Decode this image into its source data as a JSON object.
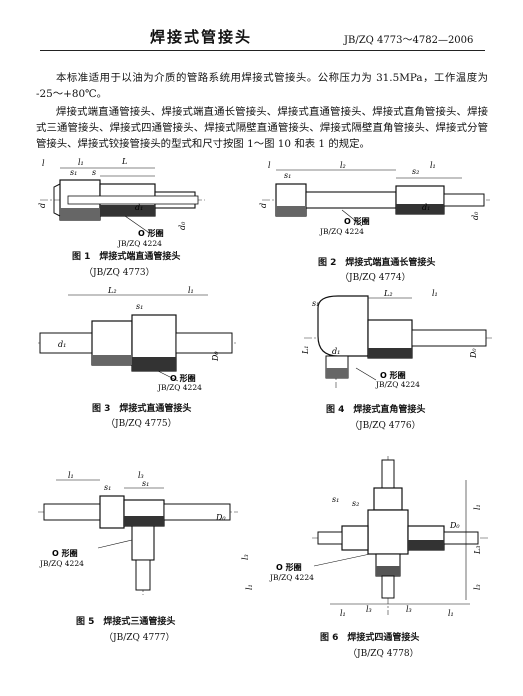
{
  "header": {
    "title": "焊接式管接头",
    "standard": "JB/ZQ 4773～4782—2006"
  },
  "body": {
    "paragraph1": "本标准适用于以油为介质的管路系统用焊接式管接头。公称压力为 31.5MPa，工作温度为 -25～+80℃。",
    "paragraph2": "焊接式端直通管接头、焊接式端直通长管接头、焊接式直通管接头、焊接式直角管接头、焊接式三通管接头、焊接式四通管接头、焊接式隔壁直通管接头、焊接式隔壁直角管接头、焊接式分管管接头、焊接式铰接管接头的型式和尺寸按图 1～图 10 和表 1 的规定。"
  },
  "figures": [
    {
      "caption": "图 1　焊接式端直通管接头",
      "std": "（JB/ZQ 4773）",
      "o_ring": "O 形圈",
      "o_std": "JB/ZQ 4224"
    },
    {
      "caption": "图 2　焊接式端直通长管接头",
      "std": "（JB/ZQ 4774）",
      "o_ring": "O 形圈",
      "o_std": "JB/ZQ 4224"
    },
    {
      "caption": "图 3　焊接式直通管接头",
      "std": "（JB/ZQ 4775）",
      "o_ring": "O 形圈",
      "o_std": "JB/ZQ 4224"
    },
    {
      "caption": "图 4　焊接式直角管接头",
      "std": "（JB/ZQ 4776）",
      "o_ring": "O 形圈",
      "o_std": "JB/ZQ 4224"
    },
    {
      "caption": "图 5　焊接式三通管接头",
      "std": "（JB/ZQ 4777）",
      "o_ring": "O 形圈",
      "o_std": "JB/ZQ 4224"
    },
    {
      "caption": "图 6　焊接式四通管接头",
      "std": "（JB/ZQ 4778）",
      "o_ring": "O 形圈",
      "o_std": "JB/ZQ 4224"
    }
  ],
  "dim_labels": {
    "l": "l",
    "l1": "l₁",
    "l2": "l₂",
    "l3": "l₃",
    "L": "L",
    "L1": "L₁",
    "L2": "L₂",
    "s": "s",
    "s1": "s₁",
    "s2": "s₂",
    "s3": "s₃",
    "d": "d",
    "d0": "d₀",
    "d1": "d₁",
    "d2": "d₂",
    "D0": "D₀"
  }
}
